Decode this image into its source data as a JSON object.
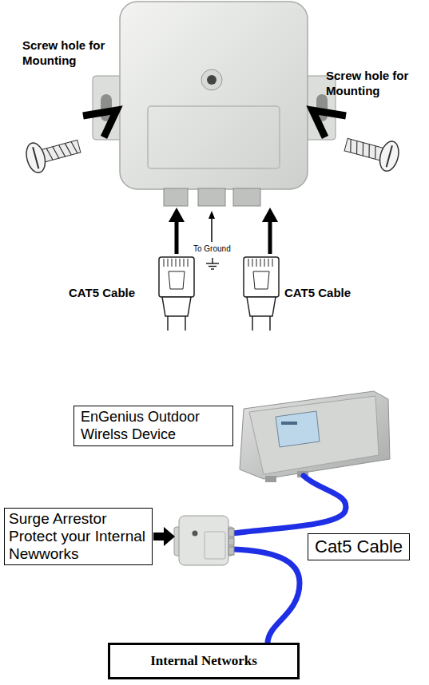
{
  "diagram": {
    "nodes": [
      {
        "text": [
          "EnGenius Outdoor Wirelss Device"
        ]
      },
      {
        "text": [
          "Surge Arrestor Protect your Internal Newworks"
        ]
      },
      {
        "text": [
          "Cat5 Cable"
        ]
      },
      {
        "text": [
          "Internal Networks"
        ]
      }
    ],
    "labels": [
      "Screw hole for Mounting",
      "Screw hole for Mounting",
      "To Ground",
      "CAT5 Cable",
      "CAT5 Cable"
    ]
  }
}
